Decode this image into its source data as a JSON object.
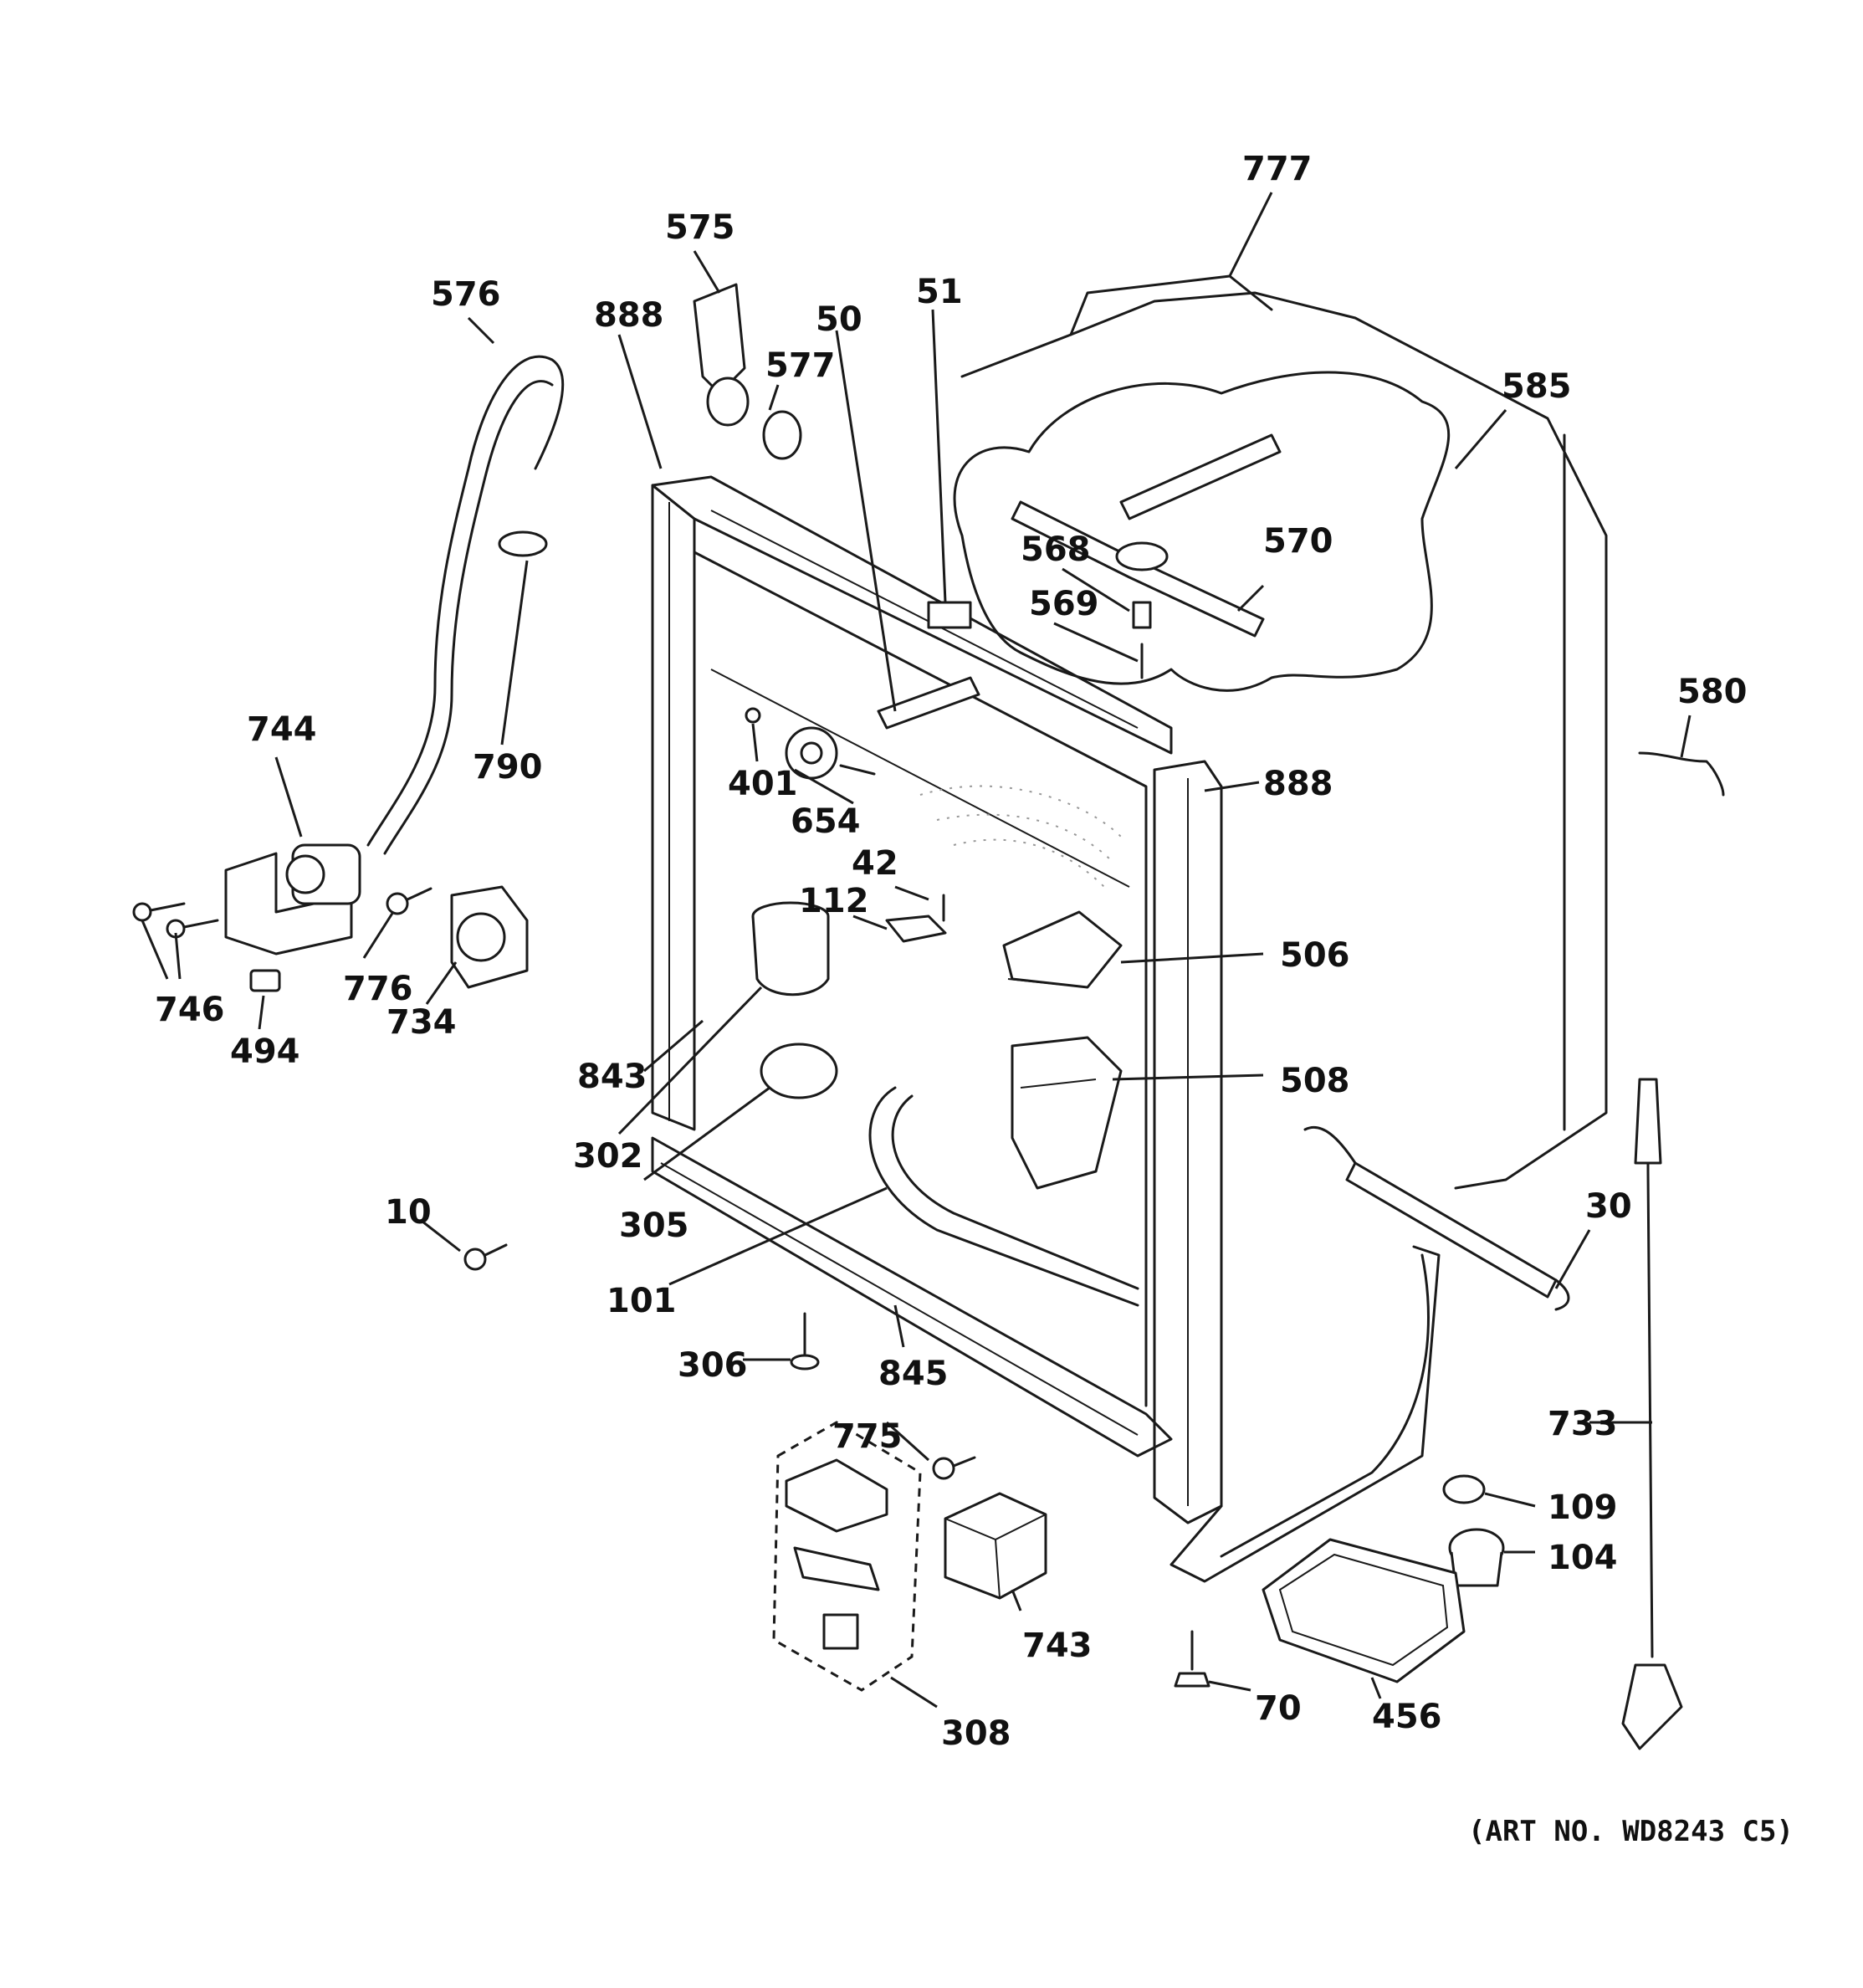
{
  "figure": {
    "art_number": "(ART NO. WD8243 C5)"
  },
  "callouts": [
    {
      "id": "777",
      "text": "777"
    },
    {
      "id": "575",
      "text": "575"
    },
    {
      "id": "576",
      "text": "576"
    },
    {
      "id": "888a",
      "text": "888"
    },
    {
      "id": "50",
      "text": "50"
    },
    {
      "id": "51",
      "text": "51"
    },
    {
      "id": "577",
      "text": "577"
    },
    {
      "id": "585",
      "text": "585"
    },
    {
      "id": "568",
      "text": "568"
    },
    {
      "id": "570",
      "text": "570"
    },
    {
      "id": "569",
      "text": "569"
    },
    {
      "id": "580",
      "text": "580"
    },
    {
      "id": "744",
      "text": "744"
    },
    {
      "id": "790",
      "text": "790"
    },
    {
      "id": "401",
      "text": "401"
    },
    {
      "id": "888b",
      "text": "888"
    },
    {
      "id": "654",
      "text": "654"
    },
    {
      "id": "42",
      "text": "42"
    },
    {
      "id": "112",
      "text": "112"
    },
    {
      "id": "506",
      "text": "506"
    },
    {
      "id": "746",
      "text": "746"
    },
    {
      "id": "776",
      "text": "776"
    },
    {
      "id": "734",
      "text": "734"
    },
    {
      "id": "494",
      "text": "494"
    },
    {
      "id": "843",
      "text": "843"
    },
    {
      "id": "508",
      "text": "508"
    },
    {
      "id": "302",
      "text": "302"
    },
    {
      "id": "10",
      "text": "10"
    },
    {
      "id": "305",
      "text": "305"
    },
    {
      "id": "30",
      "text": "30"
    },
    {
      "id": "101",
      "text": "101"
    },
    {
      "id": "306",
      "text": "306"
    },
    {
      "id": "845",
      "text": "845"
    },
    {
      "id": "775",
      "text": "775"
    },
    {
      "id": "733",
      "text": "733"
    },
    {
      "id": "109",
      "text": "109"
    },
    {
      "id": "104",
      "text": "104"
    },
    {
      "id": "743",
      "text": "743"
    },
    {
      "id": "70",
      "text": "70"
    },
    {
      "id": "456",
      "text": "456"
    },
    {
      "id": "308",
      "text": "308"
    }
  ]
}
